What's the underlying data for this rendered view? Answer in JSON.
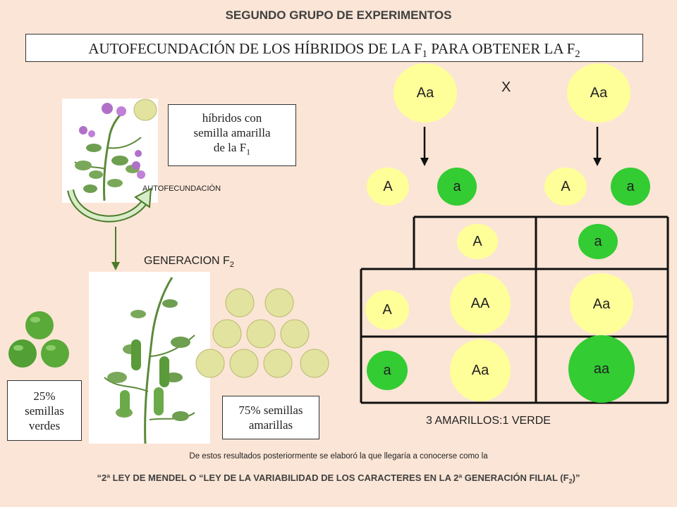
{
  "heading": "SEGUNDO GRUPO DE EXPERIMENTOS",
  "subtitle": {
    "main": "AUTOFECUNDACIÓN DE LOS HÍBRIDOS DE LA F",
    "sub1": "1",
    "mid": " PARA OBTENER LA F",
    "sub2": "2"
  },
  "hybrid_box": {
    "line1": "híbridos con",
    "line2": "semilla amarilla",
    "line3": "de la F",
    "sub": "1"
  },
  "autofecundacion_label": "AUTOFECUNDACIÓN",
  "generation_label": {
    "main": "GENERACION F",
    "sub": "2"
  },
  "green_box": {
    "line1": "25%",
    "line2": "semillas",
    "line3": "verdes"
  },
  "yellow_box": {
    "line1": "75% semillas",
    "line2": "amarillas"
  },
  "cross": {
    "parent1": "Aa",
    "parent2": "Aa",
    "cross_symbol": "X",
    "gametes": [
      "A",
      "a",
      "A",
      "a"
    ],
    "punnett_header": [
      "A",
      "a"
    ],
    "punnett_rows": [
      "A",
      "a"
    ],
    "punnett_cells": [
      [
        "AA",
        "Aa"
      ],
      [
        "Aa",
        "aa"
      ]
    ]
  },
  "ratio": "3 AMARILLOS:1 VERDE",
  "note": "De estos resultados posteriormente se elaboró la que llegaría a conocerse como la",
  "law": {
    "main": "“2ª LEY DE MENDEL O “LEY DE LA VARIABILIDAD DE LOS CARACTERES EN LA 2ª GENERACIÓN FILIAL (F",
    "sub": "2",
    "end": ")”"
  },
  "colors": {
    "background": "#FBE5D6",
    "yellow": "#FFFF99",
    "green": "#33CC33"
  }
}
